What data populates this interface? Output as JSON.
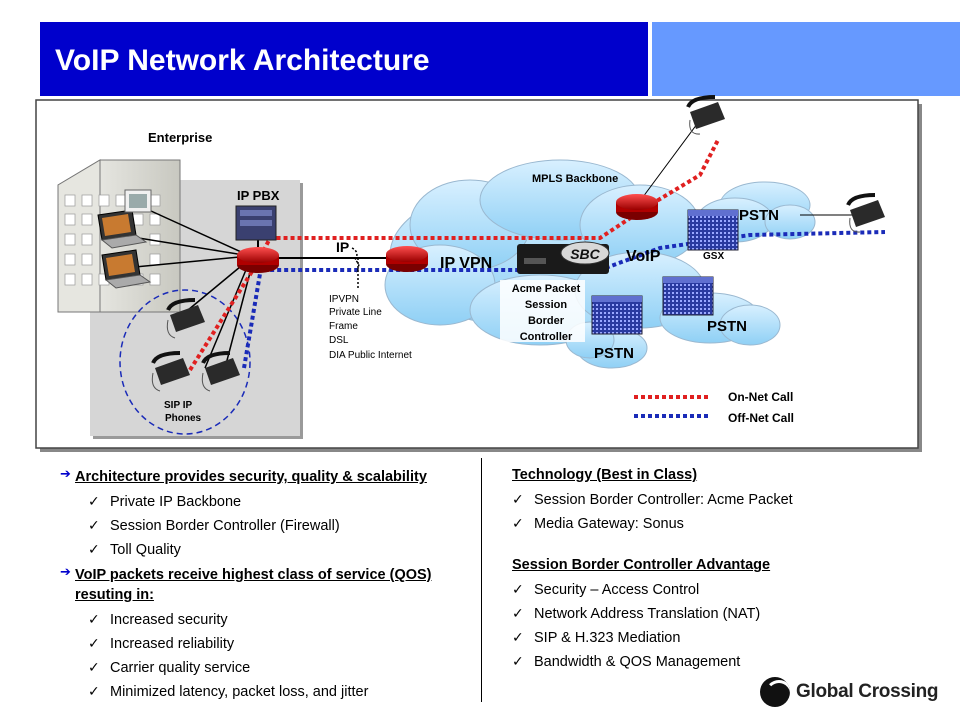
{
  "title": "VoIP Network Architecture",
  "diagram": {
    "enterprise": "Enterprise",
    "ip_pbx": "IP PBX",
    "ip": "IP",
    "ip_vpn": "IP VPN",
    "access_types": [
      "IPVPN",
      "Private Line",
      "Frame",
      "DSL",
      "DIA Public Internet"
    ],
    "mpls_backbone": "MPLS Backbone",
    "sbc_badge": "SBC",
    "voip": "VoIP",
    "gsx": "GSX",
    "sbc_label": [
      "Acme Packet",
      "Session",
      "Border",
      "Controller"
    ],
    "pstn_top": "PSTN",
    "pstn_mid": "PSTN",
    "pstn_low": "PSTN",
    "sip_phones": [
      "SIP IP",
      "Phones"
    ],
    "legend": {
      "on_net": "On-Net Call",
      "off_net": "Off-Net Call",
      "on_net_color": "#e02020",
      "off_net_color": "#1a2bb8"
    }
  },
  "left_column": {
    "section1": {
      "heading": "Architecture provides security, quality & scalability",
      "items": [
        "Private IP Backbone",
        "Session Border Controller (Firewall)",
        "Toll Quality"
      ]
    },
    "section2": {
      "heading": "VoIP packets receive highest class of service (QOS) resuting in:",
      "items": [
        "Increased security",
        "Increased reliability",
        "Carrier quality service",
        "Minimized latency, packet loss, and jitter"
      ]
    }
  },
  "right_column": {
    "section1": {
      "heading": "Technology (Best in Class)",
      "items": [
        "Session Border Controller: Acme Packet",
        "Media Gateway: Sonus"
      ]
    },
    "section2": {
      "heading": "Session Border Controller Advantage",
      "items": [
        "Security – Access Control",
        "Network Address Translation (NAT)",
        "SIP & H.323 Mediation",
        "Bandwidth & QOS Management"
      ]
    }
  },
  "logo": "Global Crossing"
}
